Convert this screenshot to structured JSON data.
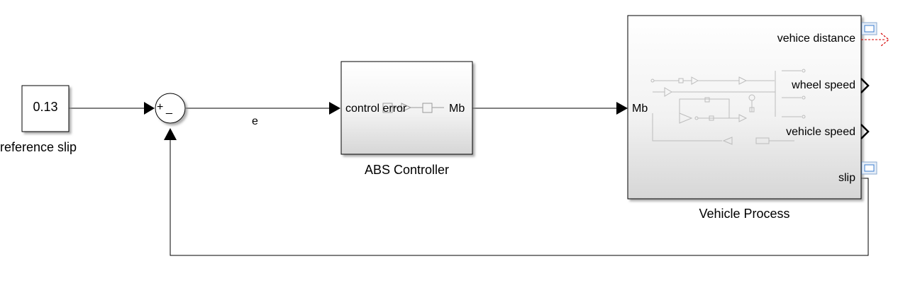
{
  "constant_block": {
    "value": "0.13",
    "label": "reference slip"
  },
  "sum_block": {
    "signs": "+",
    "minus": "_"
  },
  "error_signal": {
    "label": "e"
  },
  "abs_controller": {
    "name": "ABS Controller",
    "input_port": "control error",
    "output_port": "Mb"
  },
  "vehicle_process": {
    "name": "Vehicle Process",
    "input_port": "Mb",
    "output_ports": [
      "vehice distance",
      "wheel speed",
      "vehicle speed",
      "slip"
    ]
  },
  "colors": {
    "line": "#000000",
    "block_border": "#000000",
    "block_fill_top": "#ffffff",
    "block_fill_bottom": "#d9d9d9",
    "unconnected": "#d40000",
    "scope_icon": "#3c7fd0"
  }
}
